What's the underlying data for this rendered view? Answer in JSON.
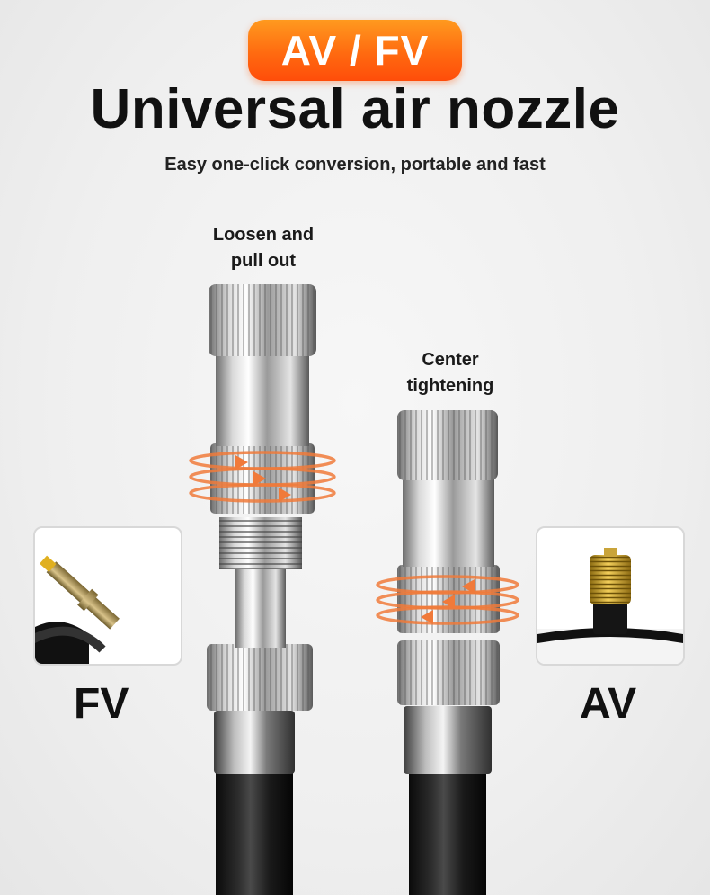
{
  "badge": {
    "text": "AV / FV"
  },
  "title": "Universal air nozzle",
  "subtitle": "Easy one-click conversion, portable and fast",
  "callouts": {
    "left": [
      "Loosen and",
      "pull out"
    ],
    "right": [
      "Center",
      "tightening"
    ]
  },
  "labels": {
    "left": "FV",
    "right": "AV"
  },
  "icons": {
    "left_inset": "presta-valve-icon",
    "right_inset": "schrader-valve-icon",
    "rotation_arrows": "rotation-arrows-icon"
  },
  "colors": {
    "badge_top": "#ff9a1f",
    "badge_bottom": "#ff4d0a",
    "arrow": "#f07a3a",
    "text": "#111111"
  }
}
